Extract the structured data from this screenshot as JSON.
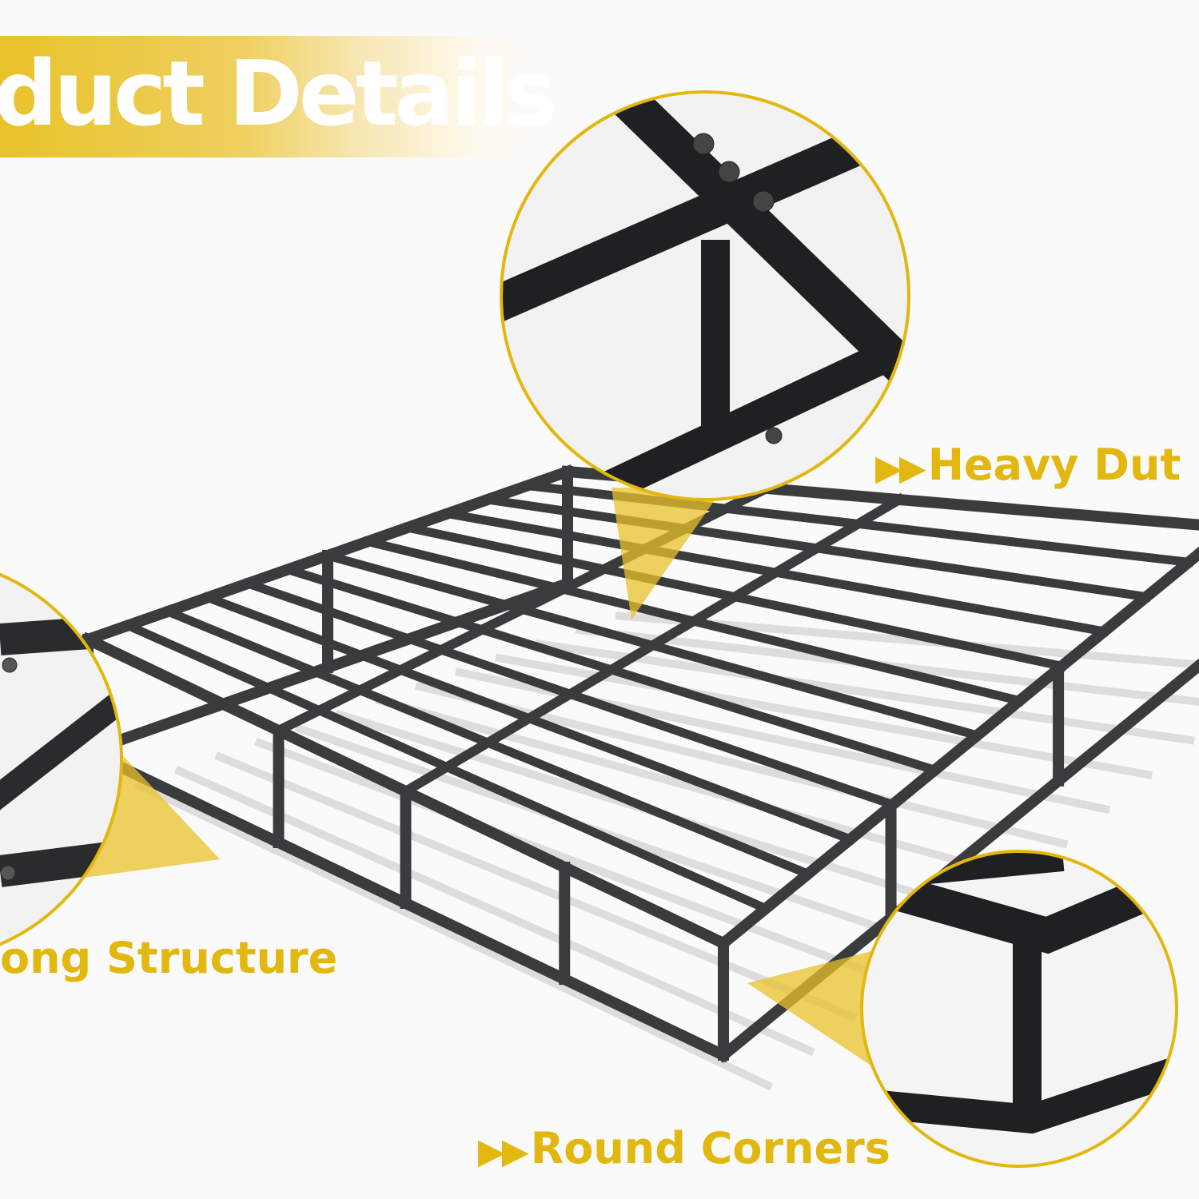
{
  "banner": {
    "title": "duct Details"
  },
  "callouts": [
    {
      "arrows": "▶▶",
      "text": "Heavy Dut"
    },
    {
      "arrows": "",
      "text": "ong Structure"
    },
    {
      "arrows": "▶▶",
      "text": "Round Corners"
    }
  ],
  "colors": {
    "accent": "#e2b70f",
    "banner": "#e8c22a",
    "frame": "#3a3b3d"
  }
}
